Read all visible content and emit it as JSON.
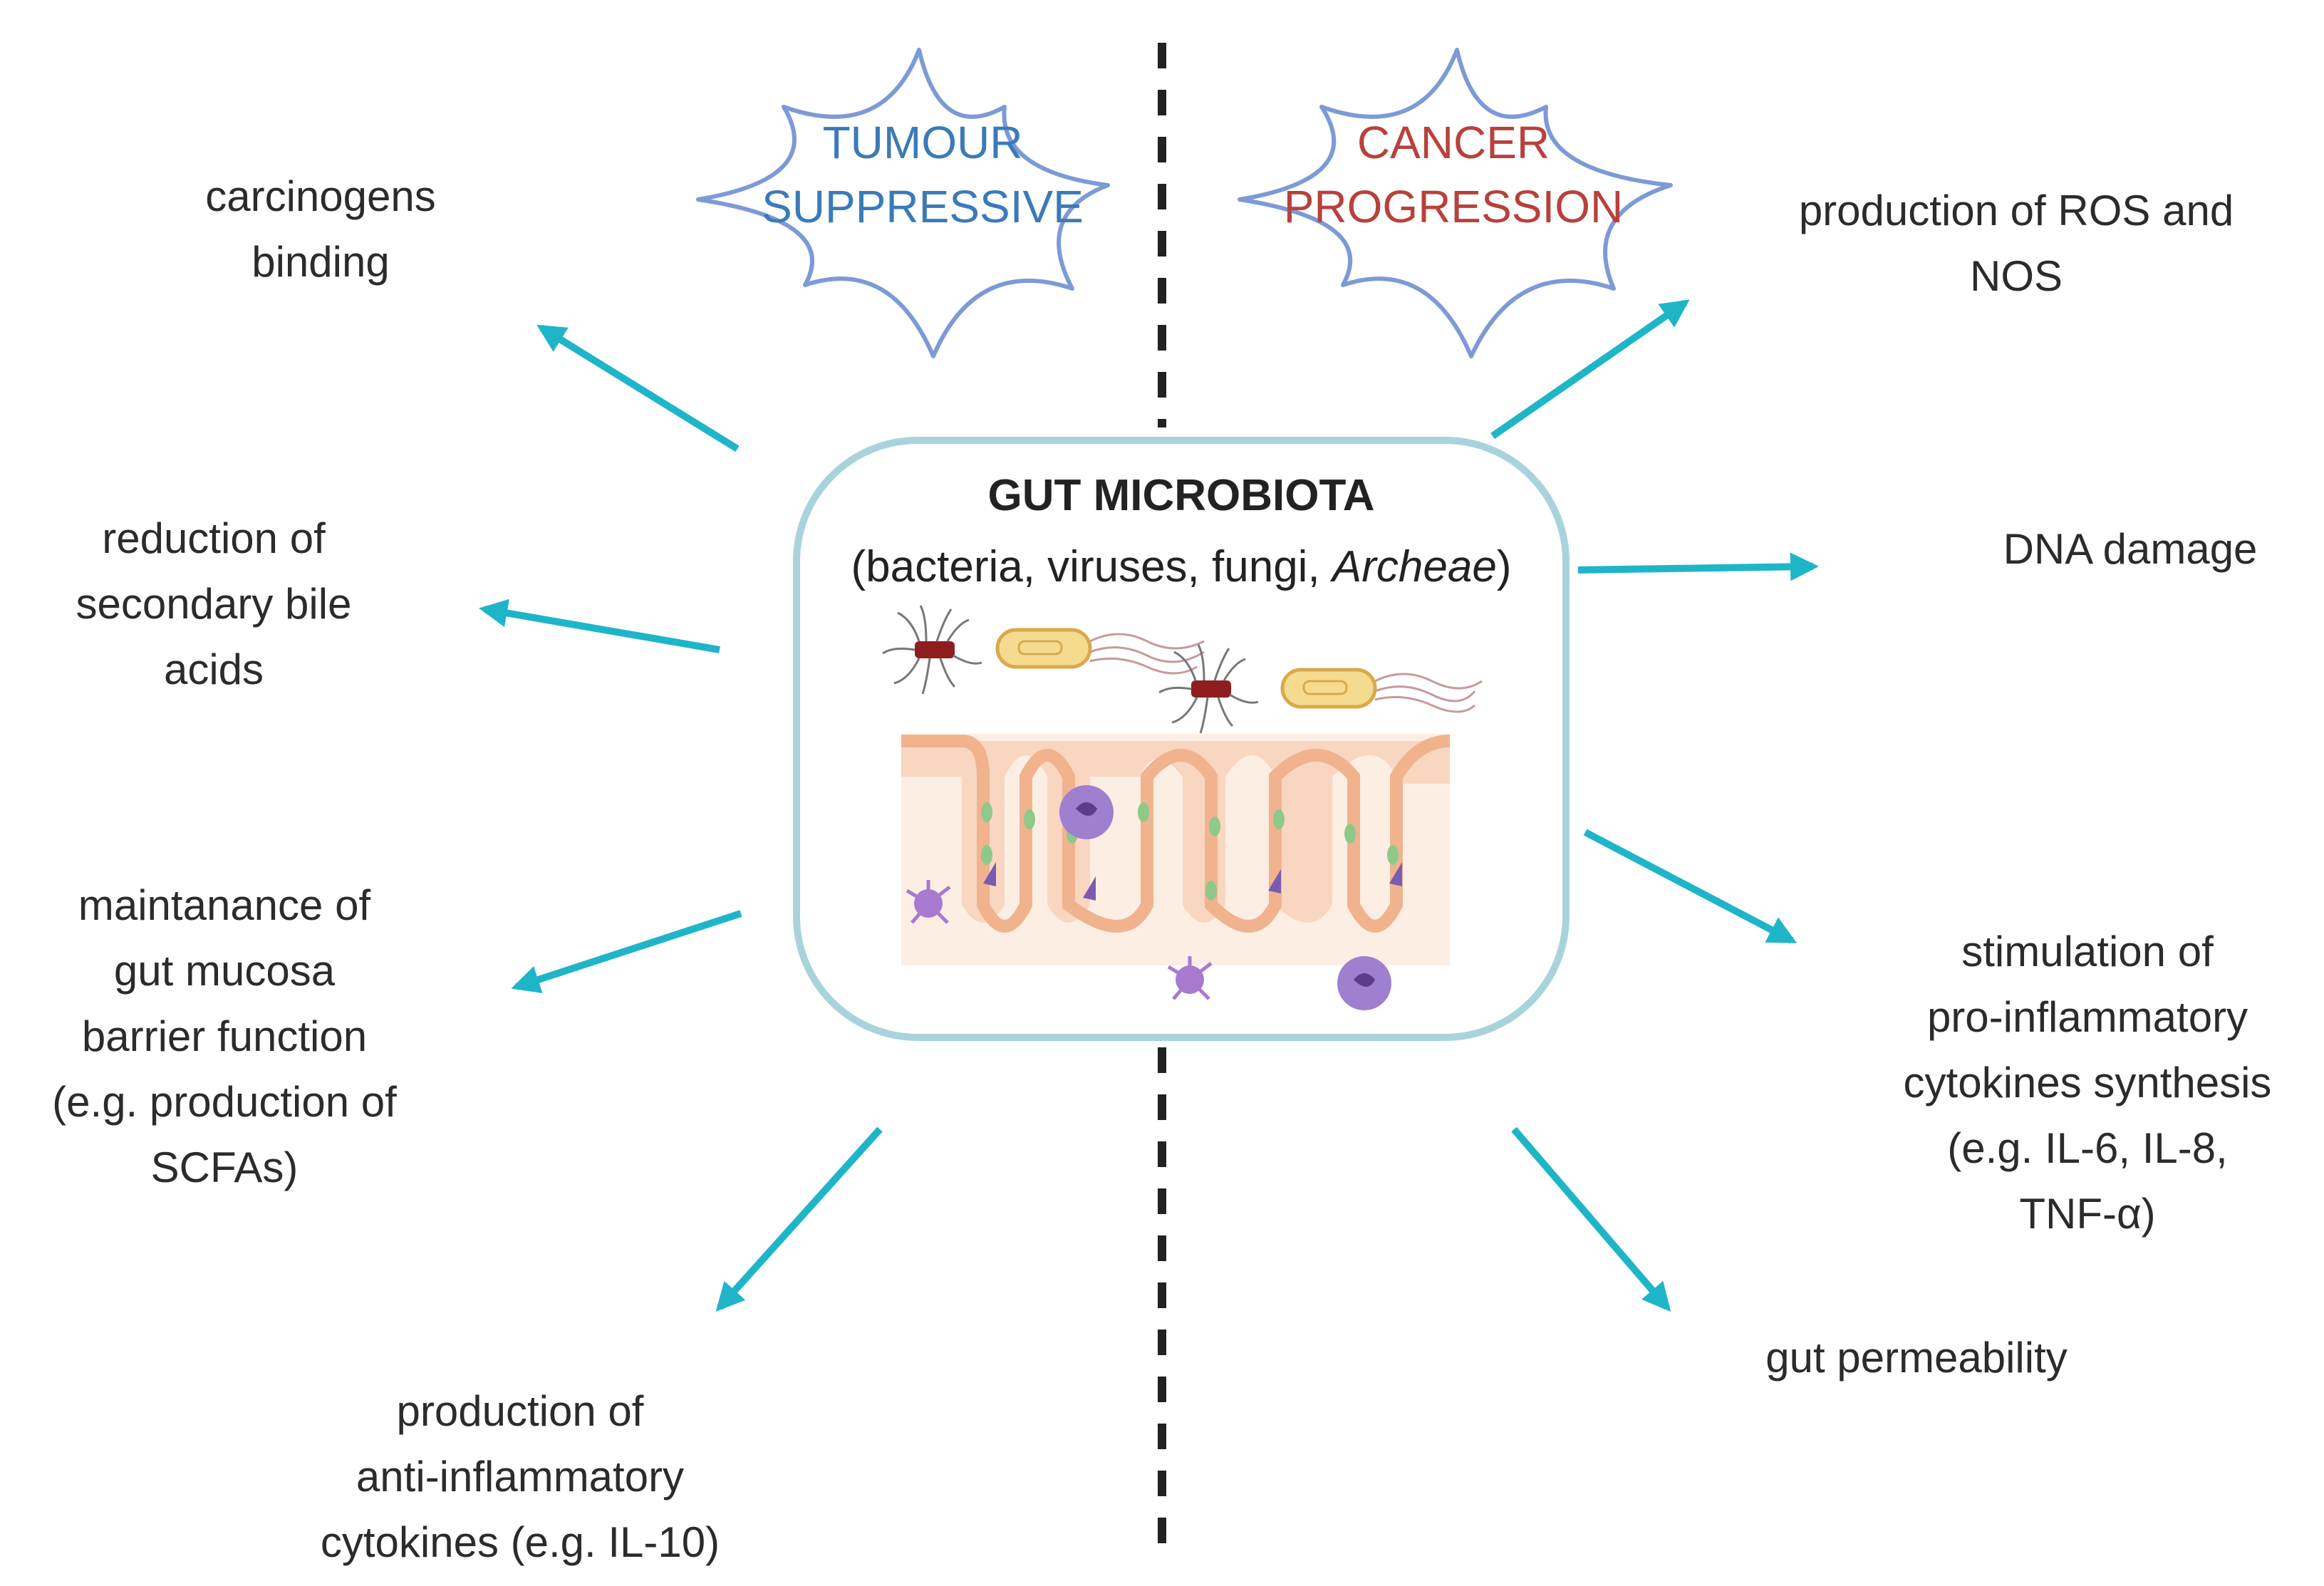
{
  "center": {
    "title": "GUT MICROBIOTA",
    "subtitle_prefix": "(bacteria, viruses, fungi, ",
    "subtitle_italic": "Archeae",
    "subtitle_suffix": ")"
  },
  "badges": {
    "left": {
      "line1": "TUMOUR",
      "line2": "SUPPRESSIVE",
      "color": "#3b7ab8"
    },
    "right": {
      "line1": "CANCER",
      "line2": "PROGRESSION",
      "color": "#b8413b"
    }
  },
  "left_effects": [
    "carcinogens\nbinding",
    "reduction of\nsecondary bile\nacids",
    "maintanance of\ngut mucosa\nbarrier function\n(e.g. production of\nSCFAs)",
    "production of\nanti-inflammatory\ncytokines (e.g. IL-10)"
  ],
  "right_effects": [
    "production of ROS and\nNOS",
    "DNA damage",
    "stimulation of\npro-inflammatory\ncytokines synthesis\n(e.g. IL-6, IL-8,\nTNF-α)",
    "gut permeability"
  ],
  "colors": {
    "arrow": "#1fb5c9",
    "box_border": "#a9d3dc",
    "badge_outline": "#6f8fd0",
    "divider": "#222222"
  }
}
